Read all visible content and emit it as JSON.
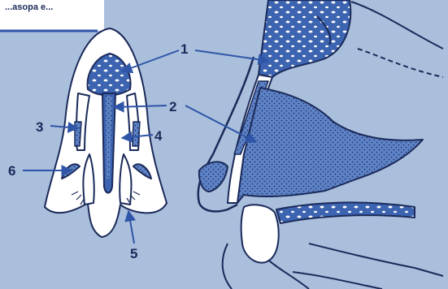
{
  "header": {
    "fragment": "...asopa e..."
  },
  "labels": [
    {
      "id": "1",
      "text": "1"
    },
    {
      "id": "2",
      "text": "2"
    },
    {
      "id": "3",
      "text": "3"
    },
    {
      "id": "4",
      "text": "4"
    },
    {
      "id": "5",
      "text": "5"
    },
    {
      "id": "6",
      "text": "6"
    }
  ],
  "colors": {
    "page": "#aabfdc",
    "bone": "#3d64b0",
    "cartilage": "#5d82c6",
    "skin": "#ffffff",
    "line": "#1b2a5a",
    "arrow": "#2f55a8",
    "header_box": "#ffffff"
  }
}
